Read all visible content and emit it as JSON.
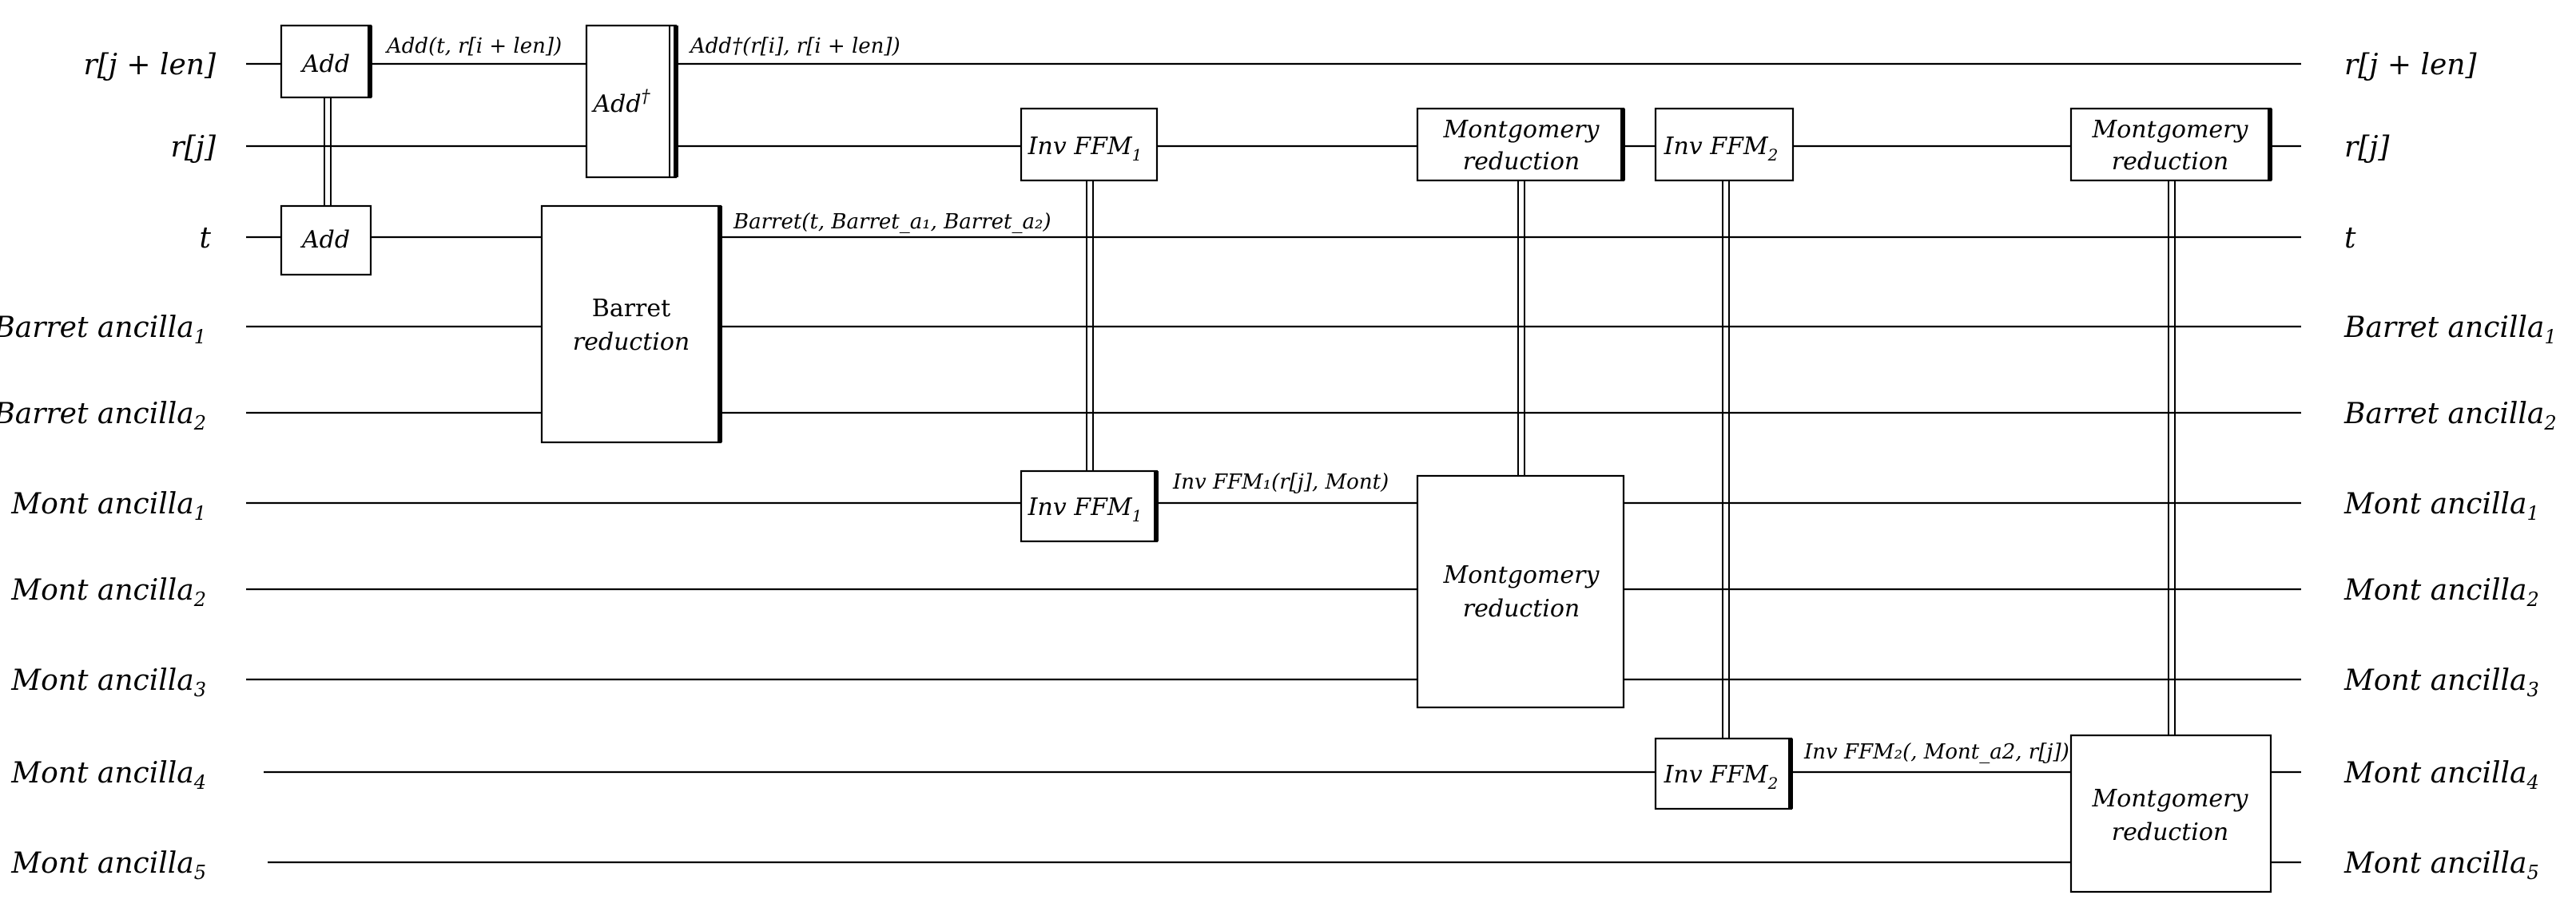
{
  "wires": [
    {
      "id": "rjlen",
      "label": "r[j + len]"
    },
    {
      "id": "rj",
      "label": "r[j]"
    },
    {
      "id": "t",
      "label": "t"
    },
    {
      "id": "b1",
      "label": "Barret ancilla",
      "sub": "1"
    },
    {
      "id": "b2",
      "label": "Barret ancilla",
      "sub": "2"
    },
    {
      "id": "m1",
      "label": "Mont ancilla",
      "sub": "1"
    },
    {
      "id": "m2",
      "label": "Mont ancilla",
      "sub": "2"
    },
    {
      "id": "m3",
      "label": "Mont ancilla",
      "sub": "3"
    },
    {
      "id": "m4",
      "label": "Mont ancilla",
      "sub": "4"
    },
    {
      "id": "m5",
      "label": "Mont ancilla",
      "sub": "5"
    }
  ],
  "gates": {
    "add_top": "Add",
    "add_t": "Add",
    "add_dagger": "Add",
    "dagger_sup": "†",
    "barret_line1": "Barret",
    "barret_line2": "reduction",
    "inv_ffm1_main": "Inv FFM",
    "inv_ffm1_sub": "1",
    "inv_ffm2_main": "Inv FFM",
    "inv_ffm2_sub": "2",
    "mont_line1": "Montgomery",
    "mont_line2": "reduction"
  },
  "outputs": {
    "add": "Add(t, r[i + len])",
    "add_dagger": "Add†(r[i], r[i + len])",
    "barret": "Barret(t, Barret_a₁, Barret_a₂)",
    "inv_ffm1": "Inv FFM₁(r[j], Mont)",
    "inv_ffm2": "Inv FFM₂(, Mont_a2, r[j])"
  }
}
